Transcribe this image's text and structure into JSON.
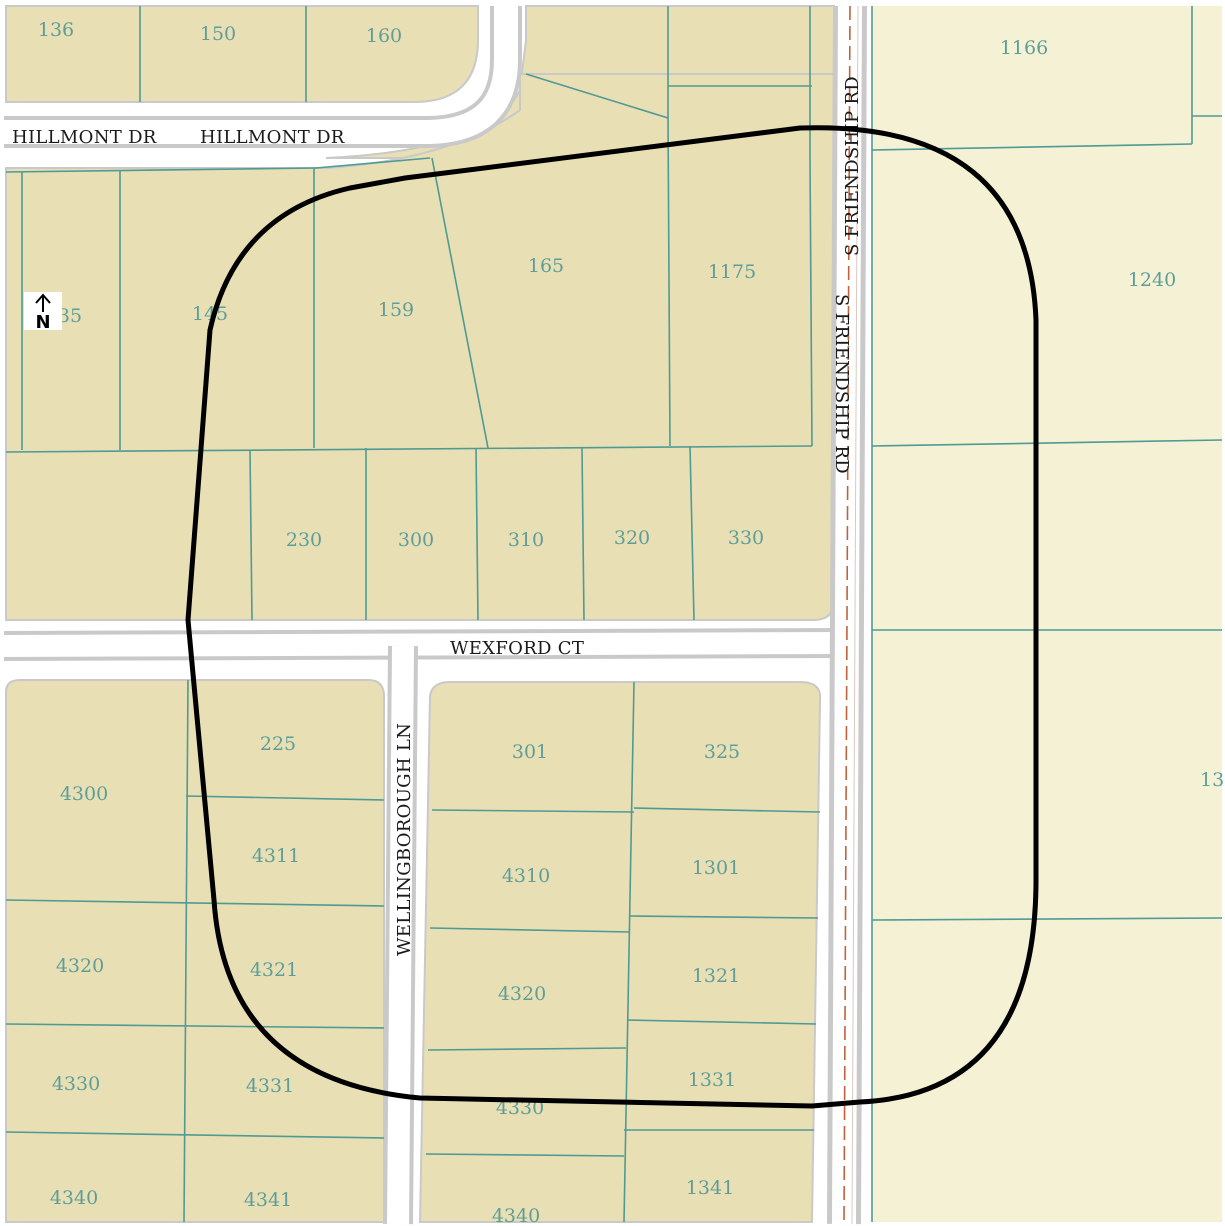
{
  "map": {
    "colors": {
      "subdivision_fill": "#e8dfb5",
      "open_parcel_fill": "#f4f1d5",
      "road": "#ffffff",
      "road_edge": "#c9c9c9",
      "lot_line": "#4f9a94",
      "parcel_label": "#5f9e98",
      "street_label": "#1a1a1a",
      "centerline": "#c0623a",
      "buffer_outline": "#000000"
    },
    "north_arrow": {
      "icon": "north-arrow-icon",
      "label": "N"
    },
    "streets": {
      "hillmont_1": "HILLMONT DR",
      "hillmont_2": "HILLMONT DR",
      "friendship_1": "S FRIENDSHIP RD",
      "friendship_2": "S FRIENDSHIP RD",
      "wexford": "WEXFORD CT",
      "wellingborough": "WELLINGBOROUGH LN"
    },
    "parcels": {
      "p136": "136",
      "p150": "150",
      "p160": "160",
      "p1166": "1166",
      "p135": "35",
      "p145": "145",
      "p159": "159",
      "p165": "165",
      "p1175": "1175",
      "p1240": "1240",
      "p230": "230",
      "p300": "300",
      "p310": "310",
      "p320": "320",
      "p330": "330",
      "p225": "225",
      "p301": "301",
      "p325": "325",
      "p4300": "4300",
      "p4311": "4311",
      "p4310": "4310",
      "p1301": "1301",
      "p13x": "13",
      "p4320w": "4320",
      "p4321": "4321",
      "p4320e": "4320",
      "p1321": "1321",
      "p4330w": "4330",
      "p4331": "4331",
      "p4330e": "4330",
      "p1331": "1331",
      "p4340w": "4340",
      "p4341": "4341",
      "p4340e": "4340",
      "p1341": "1341"
    }
  }
}
